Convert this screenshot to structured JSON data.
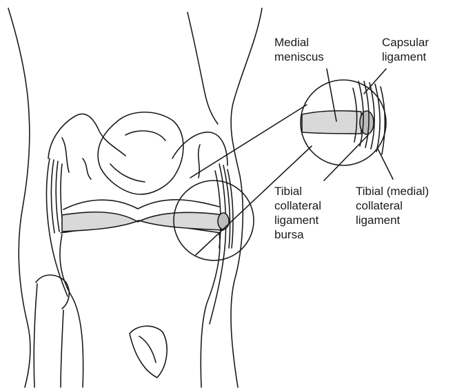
{
  "colors": {
    "ink": "#1a1a1a",
    "meniscus_fill": "#d9d9d9",
    "bursa_fill": "#bdbdbd",
    "background": "#ffffff"
  },
  "labels": {
    "medial_meniscus": [
      "Medial",
      "meniscus"
    ],
    "capsular_ligament": [
      "Capsular",
      "ligament"
    ],
    "tibial_collateral_ligament_bursa": [
      "Tibial",
      "collateral",
      "ligament",
      "bursa"
    ],
    "tibial_medial_collateral_ligament": [
      "Tibial (medial)",
      "collateral",
      "ligament"
    ]
  }
}
